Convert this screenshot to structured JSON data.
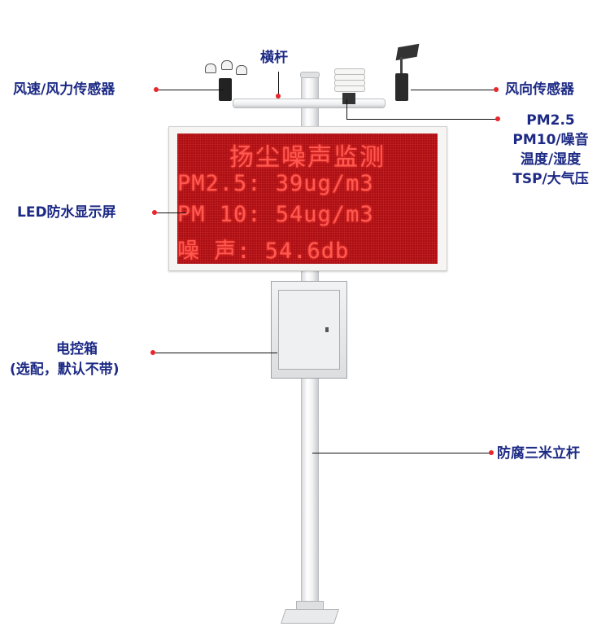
{
  "labels": {
    "wind_speed": "风速/风力传感器",
    "crossbar": "横杆",
    "wind_direction": "风向传感器",
    "sensors_line1": "PM2.5",
    "sensors_line2": "PM10/噪音",
    "sensors_line3": "温度/湿度",
    "sensors_line4": "TSP/大气压",
    "led_display": "LED防水显示屏",
    "control_box": "电控箱",
    "control_box_note": "(选配，默认不带)",
    "pole": "防腐三米立杆"
  },
  "led": {
    "title": "扬尘噪声监测",
    "row1": "PM2.5: 39ug/m3",
    "row2": "PM 10: 54ug/m3",
    "row3": "噪 声: 54.6db"
  },
  "colors": {
    "label_text": "#1d2a85",
    "marker_dot": "#e8262b",
    "led_background": "#a80d12",
    "led_text": "#ff5a52"
  }
}
